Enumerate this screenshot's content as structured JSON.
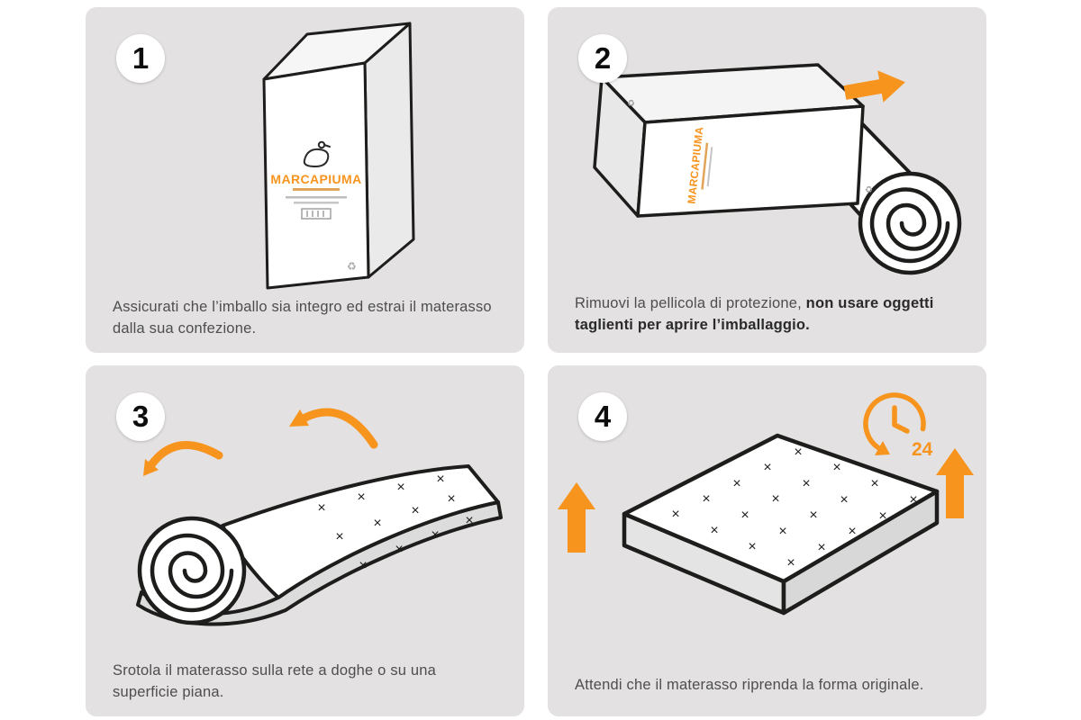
{
  "meta": {
    "title": "Istruzioni apertura materasso sottovuoto"
  },
  "colors": {
    "accent": "#F7941E",
    "panel_bg": "#E3E1E1",
    "caption_text": "#4E4E4E",
    "outline": "#1D1D1B"
  },
  "brand": {
    "name": "MARCAPIUMA"
  },
  "panels": [
    {
      "number": "1",
      "caption": "Assicurati che l’imballo sia integro ed estrai il materasso dalla sua confezione."
    },
    {
      "number": "2",
      "caption": "Rimuovi la pellicola di protezione, ",
      "caption_bold": "non usare oggetti taglienti per aprire l’imballaggio."
    },
    {
      "number": "3",
      "caption": "Srotola il materasso sulla rete a doghe o su una superficie piana."
    },
    {
      "number": "4",
      "caption": "Attendi che il materasso riprenda la forma originale.",
      "clock_label": "24"
    }
  ]
}
